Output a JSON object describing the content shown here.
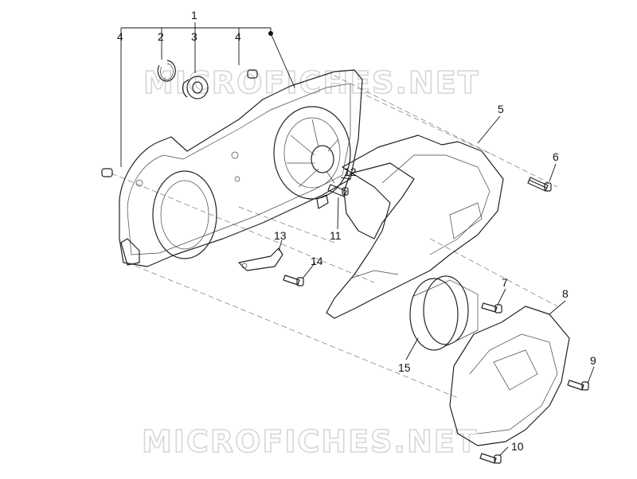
{
  "watermark": "MICROFICHES.NET",
  "callouts": [
    "1",
    "2",
    "3",
    "4",
    "4",
    "5",
    "6",
    "7",
    "8",
    "9",
    "10",
    "11",
    "12",
    "13",
    "14",
    "15"
  ]
}
